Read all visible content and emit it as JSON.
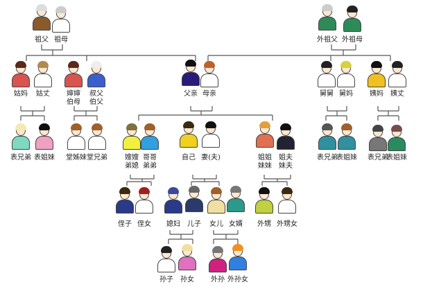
{
  "row0": {
    "zufu": "祖父",
    "zumu": "祖母",
    "waizufu": "外祖父",
    "waizumu": "外祖母"
  },
  "row1": {
    "guma": "姑妈",
    "guzhang": "姑丈",
    "shenshen": "婶婶",
    "bomu": "伯母",
    "shufu": "叔父",
    "bofu": "伯父",
    "fuqin": "父亲",
    "muqin": "母亲",
    "jiujiu": "舅舅",
    "jiuma": "舅妈",
    "yima": "姨妈",
    "yizhang": "姨丈"
  },
  "row2": {
    "biaoxiongdi_1": "表兄弟",
    "biaojiemei_1": "表姐妹",
    "tangzimei": "堂姊妹",
    "tangxiongdi": "堂兄弟",
    "saosao": "嫂嫂",
    "dixi": "弟媳",
    "gege": "哥哥",
    "didi": "弟弟",
    "ziji": "自己",
    "qifu": "妻(夫)",
    "jiejie": "姐姐",
    "meimei": "妹妹",
    "jiefu": "姐夫",
    "meifu": "妹夫",
    "biaoxiongdi_2": "表兄弟",
    "biaojiemei_2": "表姐妹",
    "biaoxiongdi_3": "表兄弟",
    "biaojiemei_3": "表姐妹"
  },
  "row3": {
    "zhizi": "侄子",
    "zhinv": "侄女",
    "xifu": "媳妇",
    "erzi": "儿子",
    "nver": "女儿",
    "nvxu": "女婿",
    "waisheng": "外甥",
    "waishengnv": "外甥女"
  },
  "row4": {
    "sunzi": "孙子",
    "sunnv": "孙女",
    "waisun": "外孙",
    "waisunnv": "外孙女"
  }
}
